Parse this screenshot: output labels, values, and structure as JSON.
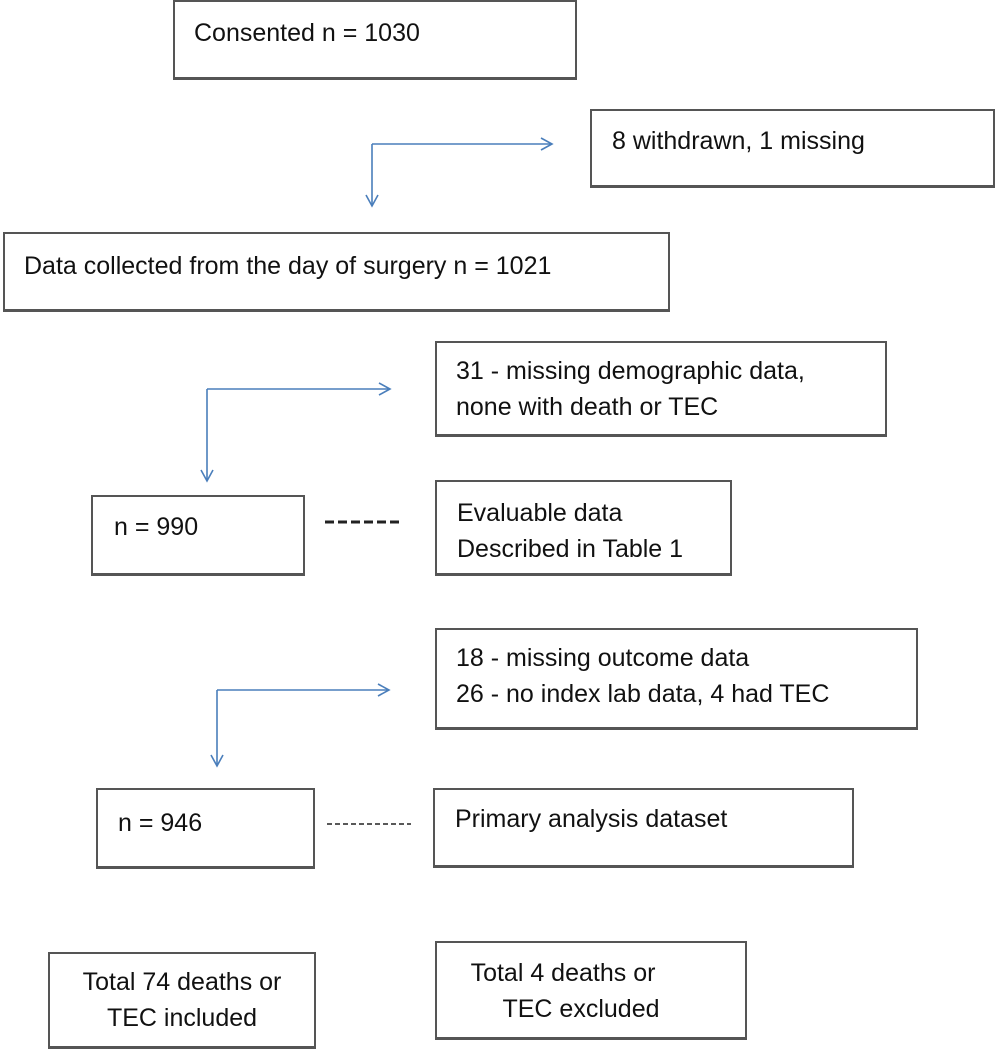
{
  "boxes": {
    "consented": "Consented n = 1030",
    "withdrawn": "8 withdrawn, 1 missing",
    "day_of_surgery": "Data collected from the day of surgery n = 1021",
    "missing_demographic": [
      "31 - missing demographic data,",
      "none with death or TEC"
    ],
    "n990": "n = 990",
    "evaluable": [
      "Evaluable data",
      "Described in Table 1"
    ],
    "missing_outcome": [
      "18 - missing outcome data",
      "26 - no index lab data, 4 had TEC"
    ],
    "n946": "n = 946",
    "primary": "Primary analysis dataset",
    "included": [
      "Total 74 deaths or",
      "TEC included"
    ],
    "excluded": [
      "Total 4 deaths or",
      "TEC excluded"
    ]
  },
  "colors": {
    "arrow": "#4a7ebb",
    "box_border": "#555555",
    "dash": "#222222"
  }
}
